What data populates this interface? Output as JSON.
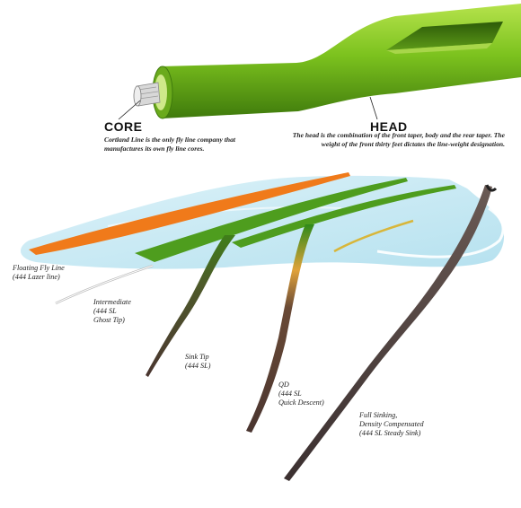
{
  "core": {
    "title": "CORE",
    "description": [
      "Cortland Line is the only fly line company that",
      "manufactures its own fly line cores."
    ]
  },
  "head": {
    "title": "HEAD",
    "description": [
      "The head is the combination of the front taper, body and the rear taper. The",
      "weight of the front thirty feet dictates the line-weight designation."
    ]
  },
  "lines": {
    "floating": [
      "Floating Fly Line",
      "(444 Lazer line)"
    ],
    "intermediate": [
      "Intermediate",
      "(444 SL",
      "Ghost Tip)"
    ],
    "sink_tip": [
      "Sink Tip",
      "(444 SL)"
    ],
    "qd": [
      "QD",
      "(444 SL",
      "Quick Descent)"
    ],
    "full_sinking": [
      "Full Sinking,",
      "Density Compensated",
      "(444 SL Steady Sink)"
    ]
  },
  "colors": {
    "head_green": "#7cc21e",
    "floating_orange": "#f07a1a",
    "water_blue": "#bfe6f2",
    "sinking_dark": "#4a3a36",
    "taper_yellow": "#d8b63a"
  }
}
